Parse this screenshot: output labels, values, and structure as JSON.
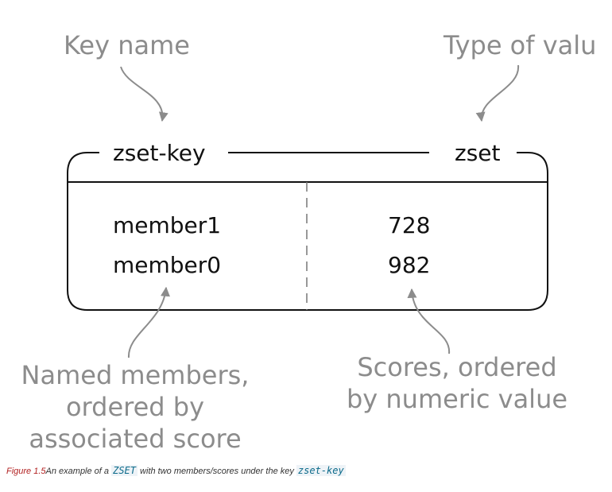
{
  "annotations": {
    "key_name": "Key name",
    "type_of_value": "Type of valu",
    "members_line1": "Named members,",
    "members_line2": "ordered by",
    "members_line3": "associated score",
    "scores_line1": "Scores, ordered",
    "scores_line2": "by numeric value"
  },
  "box": {
    "key": "zset-key",
    "type": "zset",
    "rows": [
      {
        "member": "member1",
        "score": "728"
      },
      {
        "member": "member0",
        "score": "982"
      }
    ]
  },
  "caption": {
    "figure_label": "Figure 1.5",
    "text_before": "An example of a ",
    "command": "ZSET",
    "text_middle": " with two members/scores under the key ",
    "key": "zset-key"
  }
}
